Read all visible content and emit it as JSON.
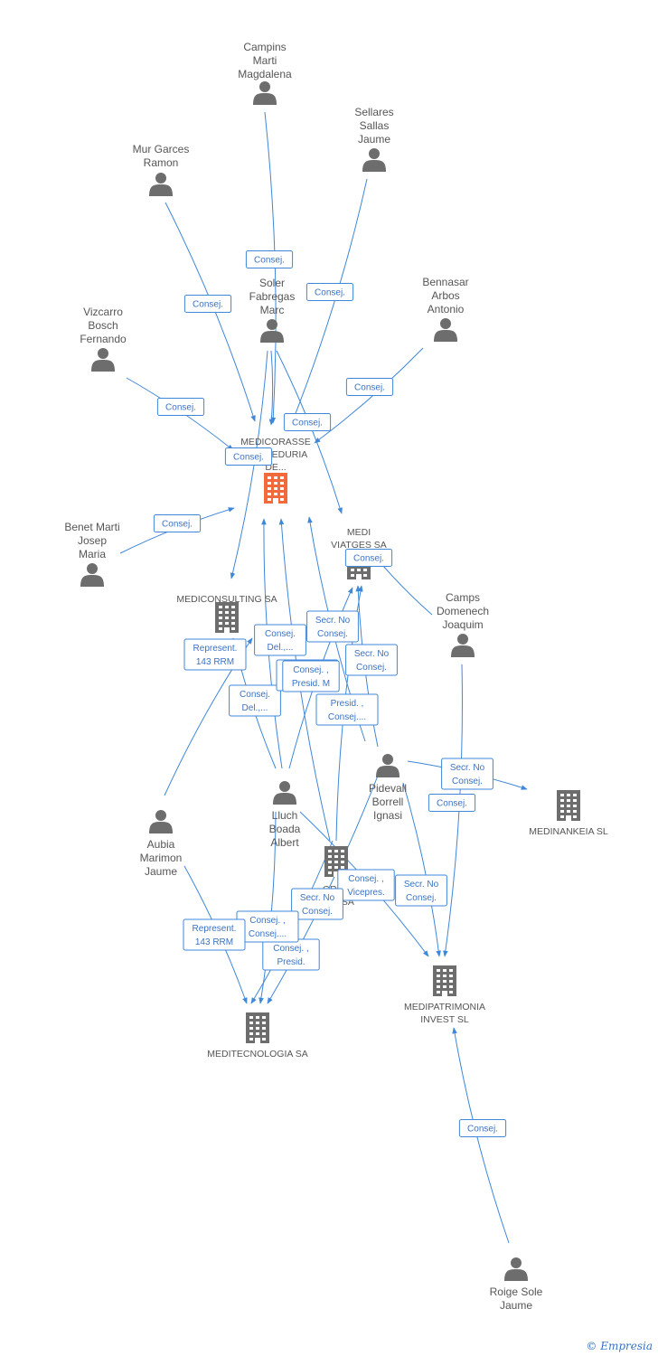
{
  "diagram_type": "corporate-relationship-network",
  "colors": {
    "edge": "#3f87d9",
    "label_text": "#3a72c4",
    "person_icon": "#6d6d6d",
    "company_icon": "#6d6d6d",
    "focus_company_icon": "#f26a3c"
  },
  "people": [
    {
      "id": "p_campins",
      "name_lines": [
        "Campins",
        "Marti",
        "Magdalena"
      ]
    },
    {
      "id": "p_sellares",
      "name_lines": [
        "Sellares",
        "Sallas",
        "Jaume"
      ]
    },
    {
      "id": "p_mur",
      "name_lines": [
        "Mur Garces",
        "Ramon"
      ]
    },
    {
      "id": "p_soler",
      "name_lines": [
        "Soler",
        "Fabregas",
        "Marc"
      ]
    },
    {
      "id": "p_bennasar",
      "name_lines": [
        "Bennasar",
        "Arbos",
        "Antonio"
      ]
    },
    {
      "id": "p_vizcarro",
      "name_lines": [
        "Vizcarro",
        "Bosch",
        "Fernando"
      ]
    },
    {
      "id": "p_benet",
      "name_lines": [
        "Benet Marti",
        "Josep",
        "Maria"
      ]
    },
    {
      "id": "p_camps",
      "name_lines": [
        "Camps",
        "Domenech",
        "Joaquim"
      ]
    },
    {
      "id": "p_pidevall",
      "name_lines": [
        "Pidevall",
        "Borrell",
        "Ignasi"
      ]
    },
    {
      "id": "p_lluch",
      "name_lines": [
        "Lluch",
        "Boada",
        "Albert"
      ]
    },
    {
      "id": "p_aubia",
      "name_lines": [
        "Aubia",
        "Marimon",
        "Jaume"
      ]
    },
    {
      "id": "p_roige",
      "name_lines": [
        "Roige Sole",
        "Jaume"
      ]
    }
  ],
  "companies": [
    {
      "id": "c_medicorasse",
      "name_lines": [
        "MEDICORASSE",
        "CORREDURIA",
        "DE..."
      ],
      "focus": true
    },
    {
      "id": "c_mediviatges",
      "name_lines": [
        "MEDI",
        "VIATGES SA"
      ],
      "focus": false
    },
    {
      "id": "c_mediconsulting",
      "name_lines": [
        "MEDICONSULTING SA"
      ],
      "focus": false
    },
    {
      "id": "c_medinankeia",
      "name_lines": [
        "MEDINANKEIA SL"
      ],
      "focus": false
    },
    {
      "id": "c_grupo",
      "name_lines": [
        "GRUP",
        "...TU SA"
      ],
      "focus": false
    },
    {
      "id": "c_medipatrimonia",
      "name_lines": [
        "MEDIPATRIMONIA",
        "INVEST SL"
      ],
      "focus": false
    },
    {
      "id": "c_meditecnologia",
      "name_lines": [
        "MEDITECNOLOGIA SA"
      ],
      "focus": false
    }
  ],
  "relations": [
    {
      "from": "p_campins",
      "to": "c_medicorasse",
      "role_lines": [
        "Consej."
      ]
    },
    {
      "from": "p_sellares",
      "to": "c_medicorasse",
      "role_lines": [
        "Consej."
      ]
    },
    {
      "from": "p_mur",
      "to": "c_medicorasse",
      "role_lines": [
        "Consej."
      ]
    },
    {
      "from": "p_bennasar",
      "to": "c_medicorasse",
      "role_lines": [
        "Consej."
      ]
    },
    {
      "from": "p_vizcarro",
      "to": "c_medicorasse",
      "role_lines": [
        "Consej."
      ]
    },
    {
      "from": "p_soler",
      "to": "c_medicorasse",
      "role_lines": [
        "Consej."
      ]
    },
    {
      "from": "p_soler",
      "to": "c_mediconsulting",
      "role_lines": [
        "Consej."
      ]
    },
    {
      "from": "p_soler",
      "to": "c_mediviatges",
      "role_lines": []
    },
    {
      "from": "p_benet",
      "to": "c_medicorasse",
      "role_lines": [
        "Consej."
      ]
    },
    {
      "from": "p_camps",
      "to": "c_mediviatges",
      "role_lines": [
        "Consej."
      ]
    },
    {
      "from": "p_camps",
      "to": "c_medipatrimonia",
      "role_lines": [
        "Consej."
      ]
    },
    {
      "from": "p_lluch",
      "to": "c_medicorasse",
      "role_lines": [
        "Consej.",
        "Del.,..."
      ]
    },
    {
      "from": "p_lluch",
      "to": "c_mediconsulting",
      "role_lines": [
        "Consej.",
        "Del.,..."
      ]
    },
    {
      "from": "p_lluch",
      "to": "c_mediviatges",
      "role_lines": [
        "Presid. ,",
        "Consej...."
      ]
    },
    {
      "from": "p_lluch",
      "to": "c_meditecnologia",
      "role_lines": [
        "Consej. ,",
        "Presid."
      ]
    },
    {
      "from": "p_lluch",
      "to": "c_medipatrimonia",
      "role_lines": [
        "Consej. ,",
        "Vicepres."
      ]
    },
    {
      "from": "p_pidevall",
      "to": "c_medicorasse",
      "role_lines": [
        "Presid. ,",
        "Consej...."
      ]
    },
    {
      "from": "p_pidevall",
      "to": "c_mediviatges",
      "role_lines": [
        "Secr. No",
        "Consej."
      ]
    },
    {
      "from": "p_pidevall",
      "to": "c_medinankeia",
      "role_lines": [
        "Secr. No",
        "Consej."
      ]
    },
    {
      "from": "p_pidevall",
      "to": "c_medipatrimonia",
      "role_lines": [
        "Secr. No",
        "Consej."
      ]
    },
    {
      "from": "p_pidevall",
      "to": "c_meditecnologia",
      "role_lines": [
        "Secr. No",
        "Consej."
      ]
    },
    {
      "from": "c_grupo",
      "to": "c_medicorasse",
      "role_lines": [
        "Secr. No",
        "Consej."
      ]
    },
    {
      "from": "c_grupo",
      "to": "c_mediviatges",
      "role_lines": [
        "Consej. ,",
        "Presid. M"
      ]
    },
    {
      "from": "c_grupo",
      "to": "c_meditecnologia",
      "role_lines": [
        "Consej. ,",
        "Consej...."
      ]
    },
    {
      "from": "p_aubia",
      "to": "c_mediconsulting",
      "role_lines": [
        "Represent.",
        "143 RRM"
      ]
    },
    {
      "from": "p_aubia",
      "to": "c_meditecnologia",
      "role_lines": [
        "Represent.",
        "143 RRM"
      ]
    },
    {
      "from": "p_roige",
      "to": "c_medipatrimonia",
      "role_lines": [
        "Consej."
      ]
    }
  ],
  "brand": {
    "copyright_symbol": "©",
    "name": "Empresia"
  }
}
